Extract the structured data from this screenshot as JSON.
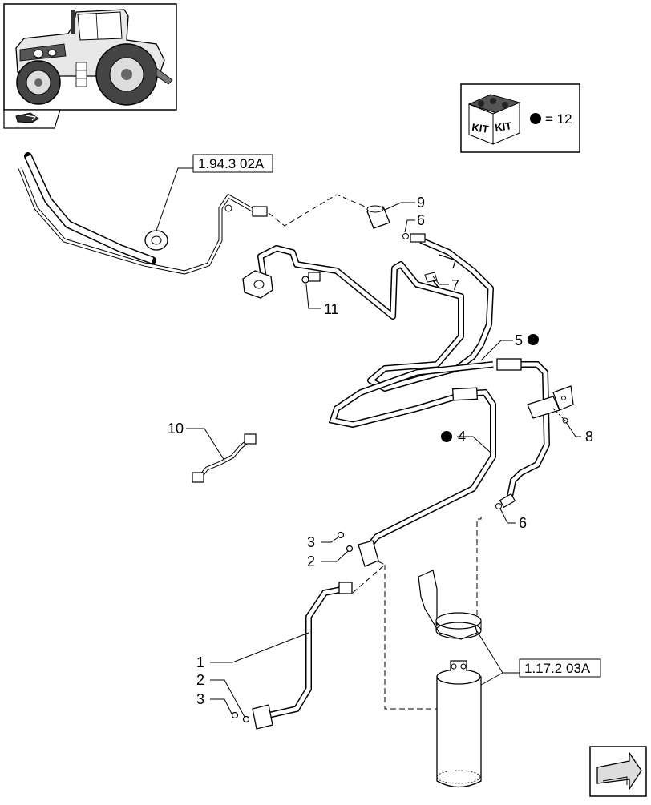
{
  "references": {
    "ref_top": "1.94.3 02A",
    "ref_bottom": "1.17.2 03A"
  },
  "kit_box": {
    "kit_label_left": "KIT",
    "kit_label_right": "KIT",
    "note": "= 12"
  },
  "callouts": {
    "c1": "1",
    "c2a": "2",
    "c2b": "2",
    "c3a": "3",
    "c3b": "3",
    "c4": "4",
    "c5": "5",
    "c6a": "6",
    "c6b": "6",
    "c7": "7",
    "c8": "8",
    "c9": "9",
    "c10": "10",
    "c11": "11"
  },
  "icons": {
    "tractor": "tractor-thumbnail-icon",
    "catalog": "catalog-arrow-icon",
    "kit": "kit-box-icon",
    "next": "next-page-arrow-icon"
  }
}
